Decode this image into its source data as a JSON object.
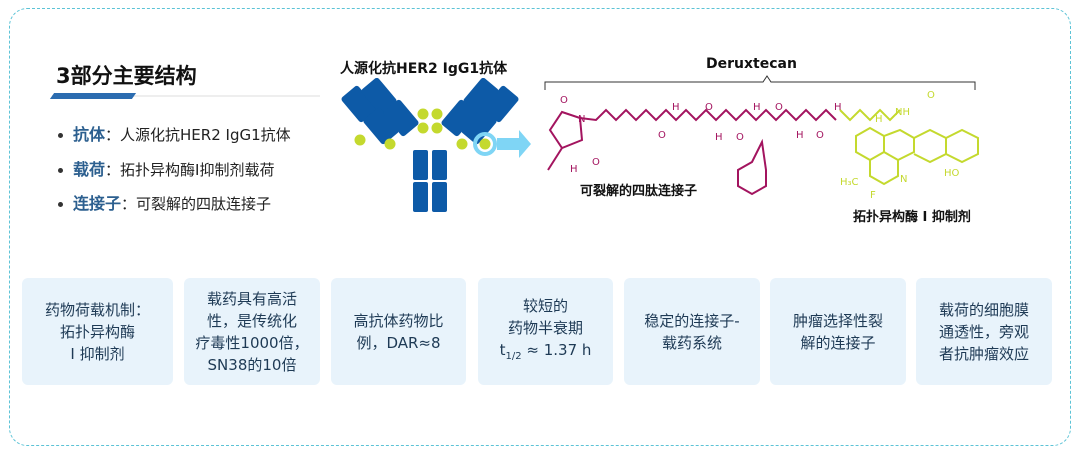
{
  "title": "3部分主要结构",
  "bullets": [
    {
      "key": "抗体",
      "sep": "：",
      "value": "人源化抗HER2 IgG1抗体"
    },
    {
      "key": "载荷",
      "sep": "：",
      "value": "拓扑异构酶I抑制剂载荷"
    },
    {
      "key": "连接子",
      "sep": "：",
      "value": "可裂解的四肽连接子"
    }
  ],
  "antibody_label": "人源化抗HER2 IgG1抗体",
  "deruxtecan_label": "Deruxtecan",
  "linker_label": "可裂解的四肽连接子",
  "payload_label": "拓扑异构酶 I 抑制剂",
  "colors": {
    "linker": "#a3145f",
    "payload": "#c4d92e",
    "antibody": "#0d5aa7",
    "card_bg": "#e8f3fb"
  },
  "cards": [
    [
      "药物荷载机制：",
      "拓扑异构酶",
      "I 抑制剂"
    ],
    [
      "载药具有高活",
      "性，是传统化",
      "疗毒性1000倍，",
      "SN38的10倍"
    ],
    [
      "高抗体药物比",
      "例，DAR≈8"
    ],
    [
      "较短的",
      "药物半衰期",
      "≈ 1.37 h"
    ],
    [
      "稳定的连接子-",
      "载药系统"
    ],
    [
      "肿瘤选择性裂",
      "解的连接子"
    ],
    [
      "载荷的细胞膜",
      "通透性，旁观",
      "者抗肿瘤效应"
    ]
  ],
  "halflife_symbol": {
    "base": "t",
    "sub": "1/2"
  }
}
